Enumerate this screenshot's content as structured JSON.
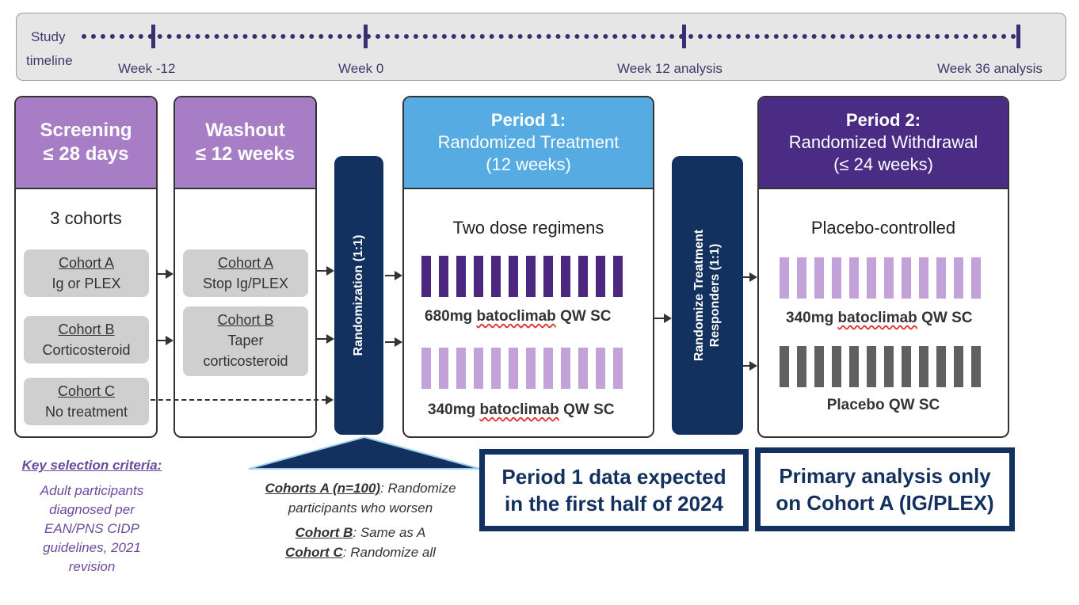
{
  "timeline": {
    "label_line1": "Study",
    "label_line2": "timeline",
    "weeks": [
      "Week -12",
      "Week 0",
      "Week 12 analysis",
      "Week 36 analysis"
    ]
  },
  "screening": {
    "title_line1": "Screening",
    "title_line2": "≤  28 days",
    "subtitle": "3 cohorts",
    "cohorts": [
      {
        "name": "Cohort A",
        "desc": "Ig or PLEX"
      },
      {
        "name": "Cohort B",
        "desc": "Corticosteroid"
      },
      {
        "name": "Cohort C",
        "desc": "No treatment"
      }
    ]
  },
  "washout": {
    "title_line1": "Washout",
    "title_line2": "≤ 12 weeks",
    "cohorts": [
      {
        "name": "Cohort A",
        "desc": "Stop Ig/PLEX"
      },
      {
        "name": "Cohort B",
        "desc_line1": "Taper",
        "desc_line2": "corticosteroid"
      }
    ]
  },
  "randomization": {
    "label": "Randomization (1:1)"
  },
  "period1": {
    "title_line1": "Period 1:",
    "title_line2": "Randomized Treatment",
    "title_line3": "(12 weeks)",
    "subtitle": "Two dose regimens",
    "dose1_prefix": "680mg ",
    "dose1_drug": "batoclimab",
    "dose1_suffix": " QW  SC",
    "dose2_prefix": "340mg ",
    "dose2_drug": "batoclimab",
    "dose2_suffix": " QW  SC"
  },
  "rerandomize": {
    "line1": "Randomize Treatment",
    "line2": "Responders (1:1)"
  },
  "period2": {
    "title_line1": "Period 2:",
    "title_line2": "Randomized Withdrawal",
    "title_line3": "(≤ 24 weeks)",
    "subtitle": "Placebo-controlled",
    "dose1_prefix": "340mg ",
    "dose1_drug": "batoclimab",
    "dose1_suffix": " QW  SC",
    "dose2": "Placebo  QW  SC"
  },
  "callouts": {
    "period1_line1": "Period 1 data expected",
    "period1_line2": "in the first half of 2024",
    "primary_line1": "Primary analysis only",
    "primary_line2": "on Cohort A (IG/PLEX)"
  },
  "criteria": {
    "title": "Key selection criteria:",
    "line1": "Adult participants",
    "line2": "diagnosed per",
    "line3": "EAN/PNS CIDP",
    "line4": "guidelines, 2021",
    "line5": "revision"
  },
  "notes": {
    "a_label": "Cohorts A (n=100)",
    "a_text1": ": Randomize",
    "a_text2": "participants who worsen",
    "b_label": "Cohort B",
    "b_text": ": Same as A",
    "c_label": "Cohort C",
    "c_text": ": Randomize all"
  },
  "colors": {
    "navy": "#13315f",
    "light_purple": "#a77dc6",
    "dark_purple": "#4b2c84",
    "light_blue": "#55abe2",
    "dose_dark": "#4b2780",
    "dose_light": "#c3a2da",
    "placebo": "#606060"
  }
}
